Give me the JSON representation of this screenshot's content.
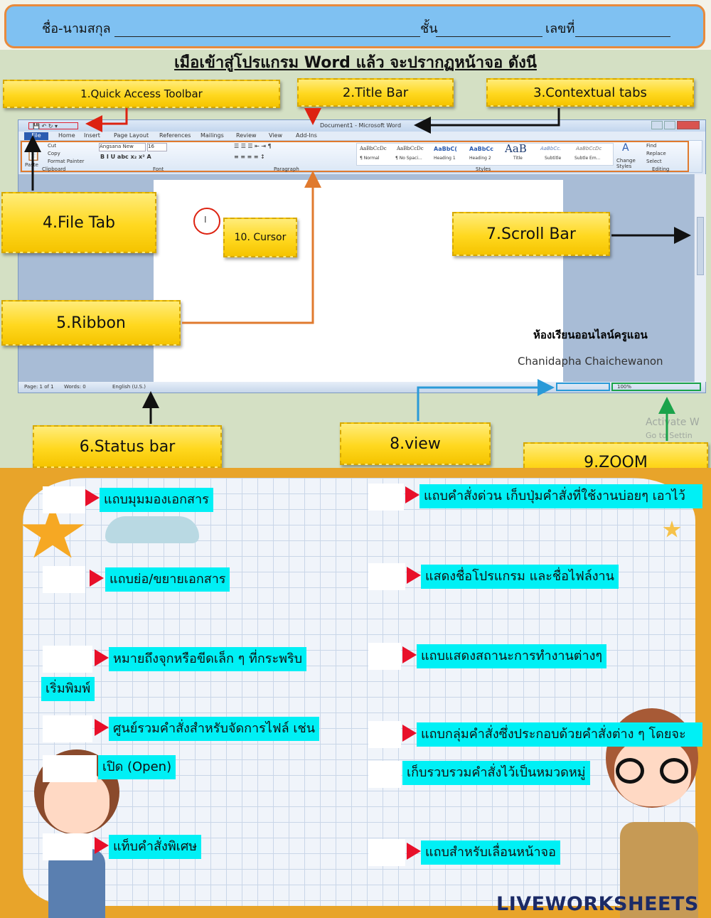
{
  "header": {
    "name_label": "ชื่อ-นามสกุล",
    "class_label": "ชั้น",
    "number_label": "เลขที่"
  },
  "subtitle": "เมือเข้าสู่โปรแกรม Word แล้ว จะปรากฏหน้าจอ ดังนี",
  "callouts": {
    "qat": "1.Quick Access Toolbar",
    "title_bar": "2.Title Bar",
    "contextual_tabs": "3.Contextual tabs",
    "file_tab": "4.File Tab",
    "ribbon": "5.Ribbon",
    "status_bar": "6.Status bar",
    "scroll_bar": "7.Scroll Bar",
    "view": "8.view",
    "zoom": "9.ZOOM",
    "cursor": "10. Cursor"
  },
  "word": {
    "title": "Document1 - Microsoft Word",
    "tabs": [
      "File",
      "Home",
      "Insert",
      "Page Layout",
      "References",
      "Mailings",
      "Review",
      "View",
      "Add-Ins"
    ],
    "clipboard": [
      "Paste",
      "Cut",
      "Copy",
      "Format Painter"
    ],
    "groups": [
      "Clipboard",
      "Font",
      "Paragraph",
      "Styles",
      "Editing"
    ],
    "font_name": "Angsana New",
    "font_size": "16",
    "styles": [
      {
        "sample": "AaBbCcDc",
        "name": "¶ Normal"
      },
      {
        "sample": "AaBbCcDc",
        "name": "¶ No Spaci..."
      },
      {
        "sample": "AaBbC(",
        "name": "Heading 1"
      },
      {
        "sample": "AaBbCc",
        "name": "Heading 2"
      },
      {
        "sample": "AaB",
        "name": "Title"
      },
      {
        "sample": "AaBbCc.",
        "name": "Subtitle"
      },
      {
        "sample": "AaBbCcDc",
        "name": "Subtle Em..."
      }
    ],
    "change_styles": "Change Styles",
    "editing": [
      "Find",
      "Replace",
      "Select"
    ],
    "page_text_1": "ห้องเรียนออนไลน์ครูแอน",
    "page_text_2": "Chanidapha   Chaichewanon",
    "status_page": "Page: 1 of 1",
    "status_words": "Words: 0",
    "status_lang": "English (U.S.)",
    "zoom_value": "100%",
    "activate_1": "Activate W",
    "activate_2": "Go to Settin"
  },
  "answers_left": [
    "แถบมุมมองเอกสาร",
    "แถบย่อ/ขยายเอกสาร",
    "หมายถึงจุกหรือขีดเล็ก ๆ ที่กระพริบ",
    "เริ่มพิมพ์",
    "ศูนย์รวมคำสั่งสำหรับจัดการไฟล์ เช่น",
    "เปิด (Open)",
    "แท็บคำสั่งพิเศษ"
  ],
  "answers_right": [
    "แถบคำสั่งด่วน เก็บปุ่มคำสั่งที่ใช้งานบ่อยๆ เอาไว้",
    "แสดงชื่อโปรแกรม และชื่อไฟล์งาน",
    "แถบแสดงสถานะการทำงานต่างๆ",
    "แถบกลุ่มคำสั่งซึ่งประกอบด้วยคำสั่งต่าง ๆ โดยจะ",
    "เก็บรวบรวมคำสั่งไว้เป็นหมวดหมู่",
    "แถบสำหรับเลื่อนหน้าจอ"
  ],
  "brand": "LIVEWORKSHEETS"
}
